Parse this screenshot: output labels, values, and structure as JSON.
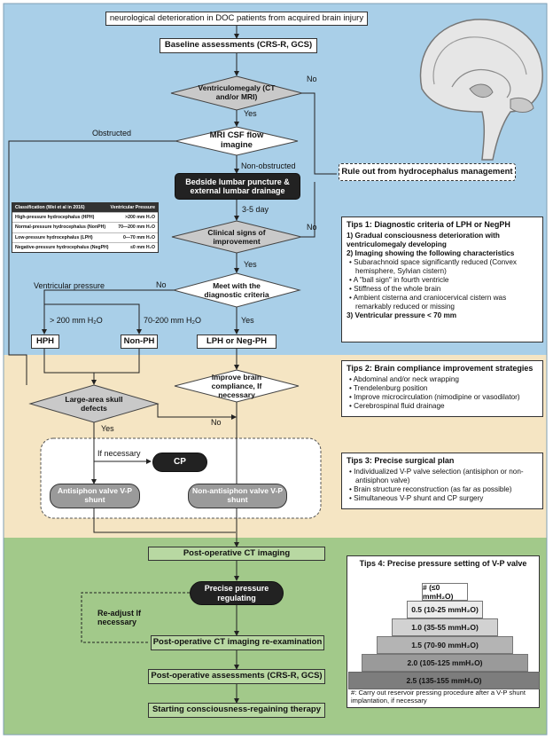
{
  "nodes": {
    "title": "neurological deterioration in DOC patients from acquired brain injury",
    "baseline": "Baseline assessments (CRS-R, GCS)",
    "ventriculomegaly": "Ventriculomegaly (CT and/or MRI)",
    "mri_csf": "MRI CSF flow imagine",
    "lumbar": "Bedside lumbar puncture & external lumbar drainage",
    "rule_out": "Rule out from hydrocephalus management",
    "clinical_signs": "Clinical signs of improvement",
    "meet_criteria": "Meet with the diagnostic criteria",
    "hph": "HPH",
    "nonph": "Non-PH",
    "lph": "LPH or Neg-PH",
    "improve": "Improve brain compliance, If necessary",
    "skull": "Large-area skull defects",
    "cp": "CP",
    "antisiphon": "Antisiphon valve V-P shunt",
    "nonantisiphon": "Non-antisiphon valve V-P shunt",
    "post_ct": "Post-operative CT imaging",
    "precise": "Precise pressure regulating",
    "post_ct_re": "Post-operative CT imaging re-examination",
    "post_assess": "Post-operative assessments (CRS-R, GCS)",
    "start": "Starting consciousness-regaining therapy"
  },
  "edges": {
    "no1": "No",
    "yes1": "Yes",
    "obstructed": "Obstructed",
    "nonobstructed": "Non-obstructed",
    "days": "3-5 day",
    "no2": "No",
    "yes2": "Yes",
    "ventricular_pressure": "Ventricular pressure",
    "no3": "No",
    "gt200": "> 200 mm H₂O",
    "r70_200": "70-200 mm H₂O",
    "yes3": "Yes",
    "no4": "No",
    "yes4": "Yes",
    "if_necessary": "If necessary",
    "readjust": "Re-adjust If necessary"
  },
  "table": {
    "header": [
      "Classification (Wei et al in 2016)",
      "Ventricular Pressure"
    ],
    "rows": [
      [
        "High-pressure hydrocephalus (HPH)",
        ">200 mm H₂O"
      ],
      [
        "Normal-pressure hydrocephalus (NonPH)",
        "70—200 mm H₂O"
      ],
      [
        "Low-pressure hydrocephalus (LPH)",
        "0—70 mm H₂O"
      ],
      [
        "Negative-pressure hydrocephalus (NegPH)",
        "≤0 mm H₂O"
      ]
    ]
  },
  "tips1": {
    "title": "Tips 1: Diagnostic criteria of LPH or NegPH",
    "p1": "1) Gradual consciousness deterioration with ventriculomegaly developing",
    "p2": "2) Imaging showing the following characteristics",
    "b1": "Subarachnoid space significantly reduced (Convex hemisphere, Sylvian cistern)",
    "b2": "A \"ball sign\" in fourth ventricle",
    "b3": "Stiffness of the whole brain",
    "b4": "Ambient cisterna and craniocervical cistern was remarkably reduced or missing",
    "p3": "3) Ventricular pressure < 70 mm"
  },
  "tips2": {
    "title": "Tips 2: Brain compliance improvement strategies",
    "b1": "Abdominal and/or neck wrapping",
    "b2": "Trendelenburg position",
    "b3": "Improve microcirculation (nimodipine or vasodilator)",
    "b4": "Cerebrospinal fluid drainage"
  },
  "tips3": {
    "title": "Tips 3: Precise surgical plan",
    "b1": "Individualized V-P valve selection (antisiphon or non-antisiphon valve)",
    "b2": "Brain structure reconstruction (as far as possible)",
    "b3": "Simultaneous V-P shunt and CP surgery"
  },
  "tips4": {
    "title": "Tips 4: Precise pressure setting of V-P valve",
    "levels": [
      "# (≤0 mmH₂O)",
      "0.5 (10-25 mmH₂O)",
      "1.0 (35-55 mmH₂O)",
      "1.5 (70-90 mmH₂O)",
      "2.0 (105-125 mmH₂O)",
      "2.5 (135-155 mmH₂O)"
    ],
    "note": "#: Carry out reservoir pressing procedure after a V-P shunt implantation, if necessary"
  },
  "colors": {
    "blue": "#a9cfe8",
    "beige": "#f5e5c3",
    "green": "#a2c98a",
    "diamond": "#c9c9c9",
    "dark": "#222222"
  }
}
